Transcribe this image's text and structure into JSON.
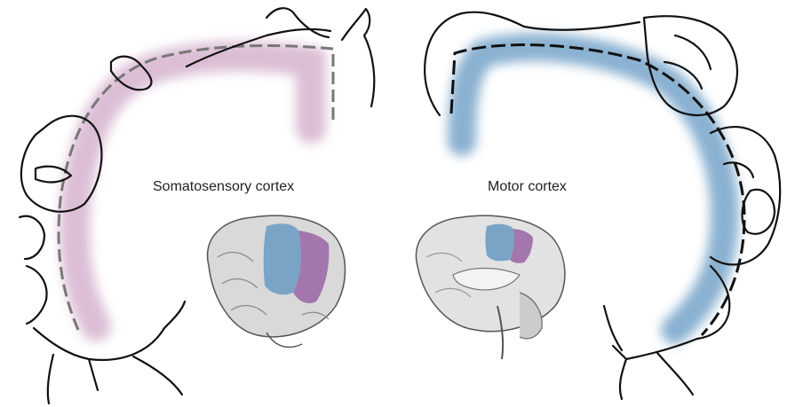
{
  "labels": {
    "somatosensory": "Somatosensory cortex",
    "motor": "Motor cortex"
  },
  "colors": {
    "somatosensory_band": "#d5b3cf",
    "motor_band": "#7ea9cc",
    "brain_motor_region": "#6f9dc3",
    "brain_sensory_region": "#9c6aa8",
    "outline": "#111111"
  },
  "icons": {
    "left_homunculus": "sensory-homunculus-outline",
    "right_homunculus": "motor-homunculus-outline",
    "left_brain": "brain-lateral-view",
    "right_brain": "brain-medial-view"
  }
}
